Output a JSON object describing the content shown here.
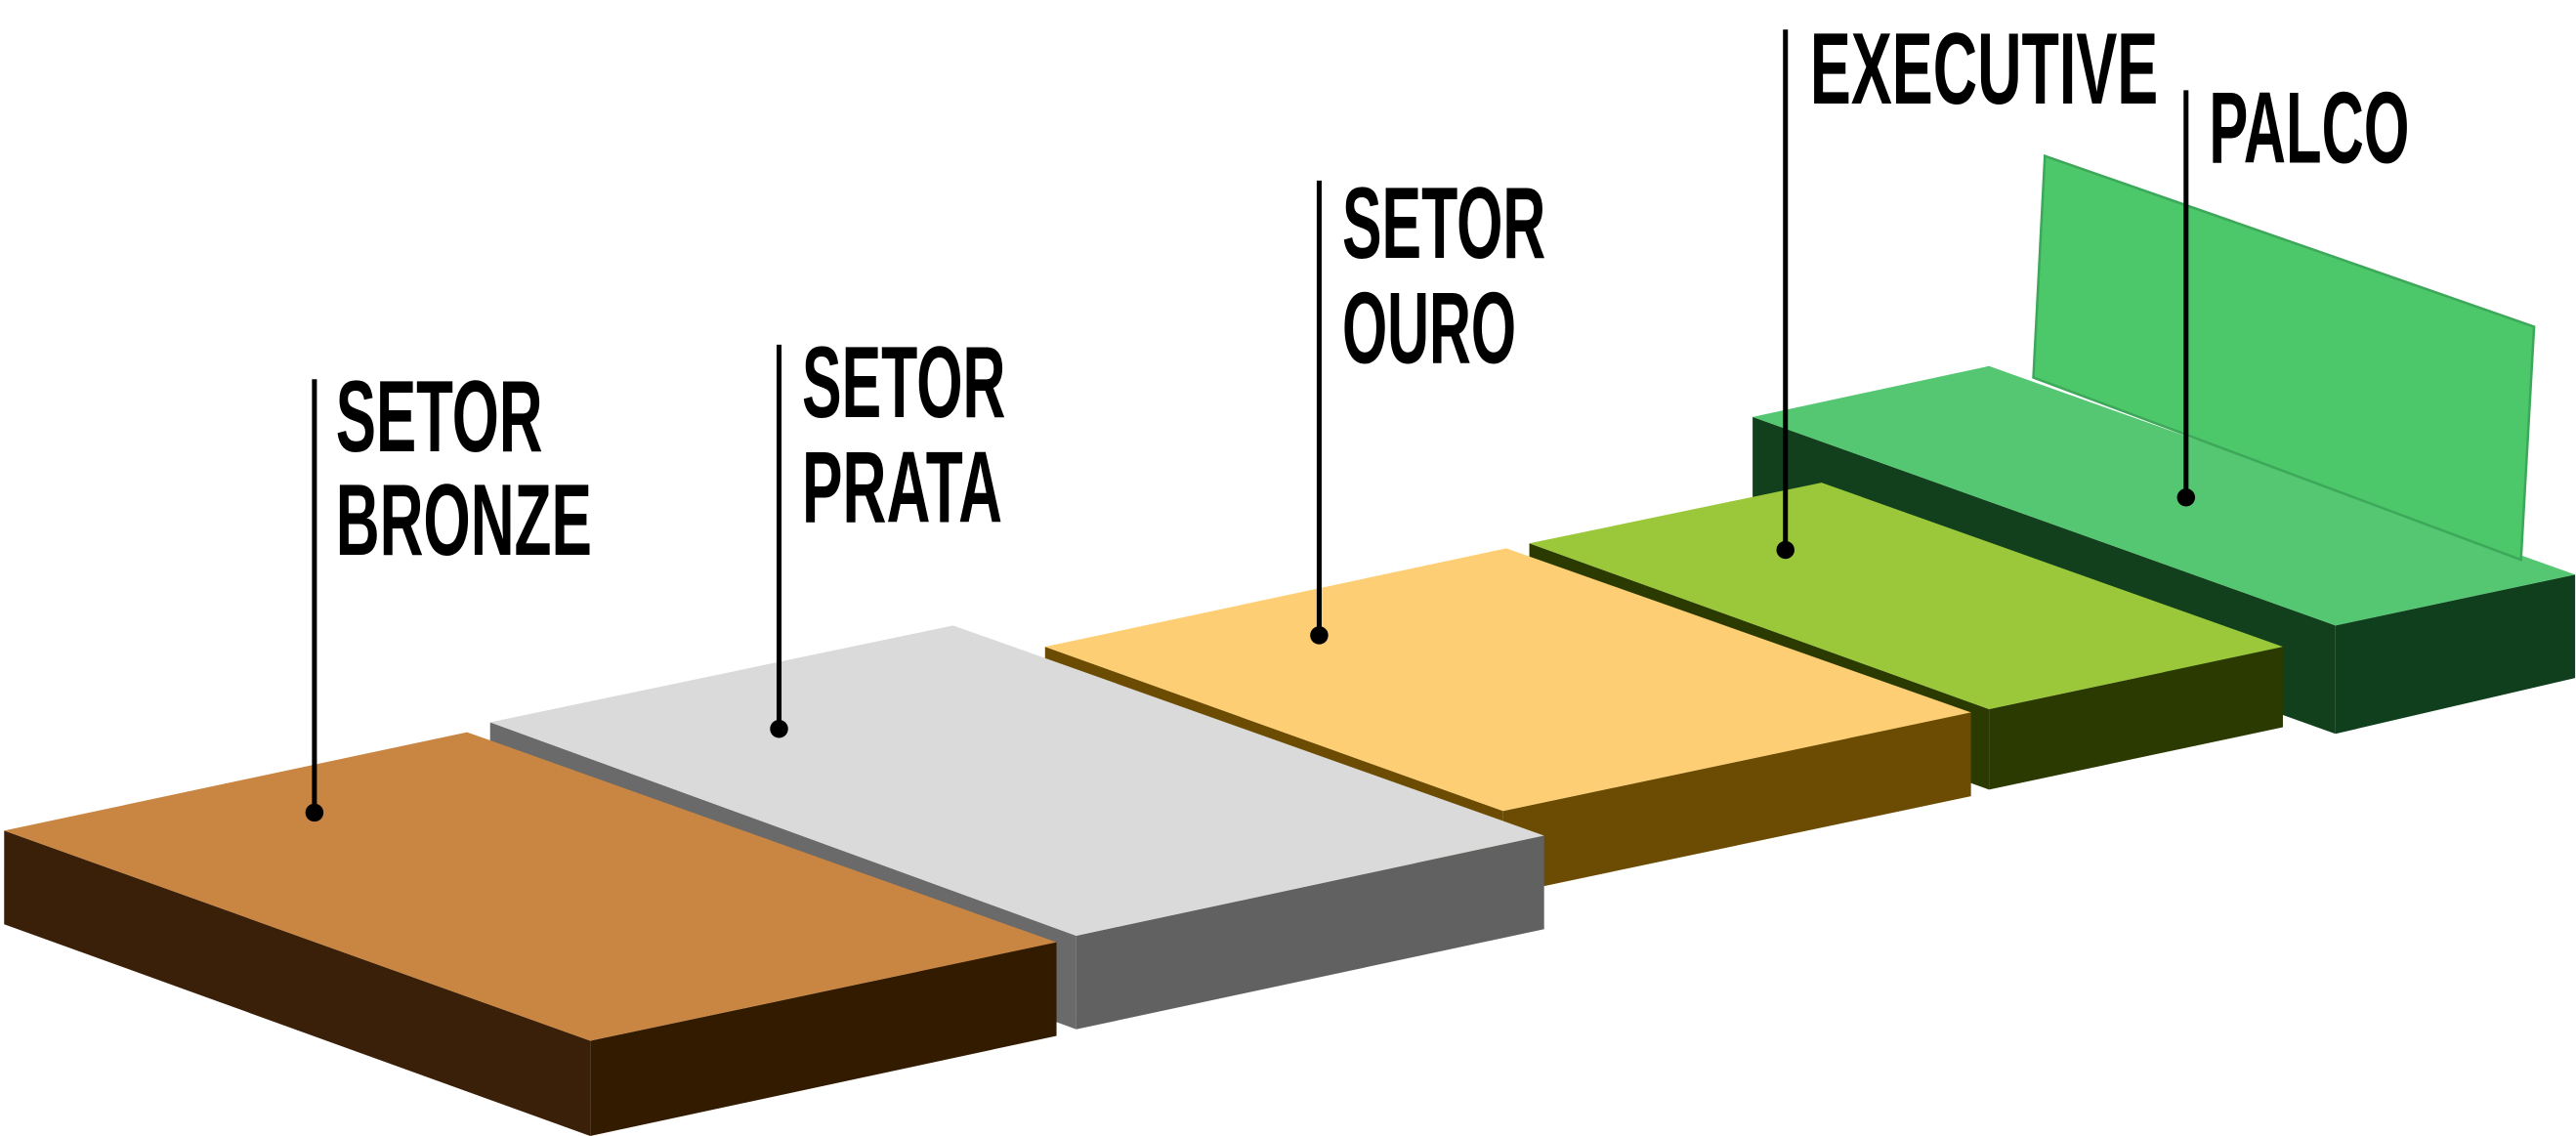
{
  "sectors": [
    {
      "id": "bronze",
      "line1": "SETOR",
      "line2": "BRONZE",
      "top_color": "#c98542",
      "left_color": "#3a2008",
      "right_color": "#331b00"
    },
    {
      "id": "prata",
      "line1": "SETOR",
      "line2": "PRATA",
      "top_color": "#dadada",
      "left_color": "#6a6a6a",
      "right_color": "#616161"
    },
    {
      "id": "ouro",
      "line1": "SETOR",
      "line2": "OURO",
      "top_color": "#fdce73",
      "left_color": "#6b4c02",
      "right_color": "#6b4c02"
    },
    {
      "id": "executive",
      "line1": "EXECUTIVE",
      "top_color": "#9ac83a",
      "left_color": "#2a3a00",
      "right_color": "#2a3a00"
    },
    {
      "id": "palco",
      "line1": "PALCO",
      "top_color": "#55c773",
      "left_color": "#123f1c",
      "right_color": "#0f3f1c",
      "wall_color": "#4cc76a"
    }
  ]
}
